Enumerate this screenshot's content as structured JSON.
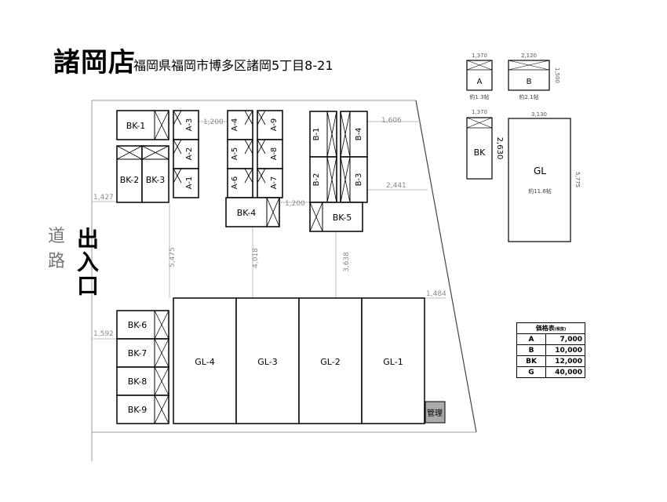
{
  "header": {
    "store_name": "諸岡店",
    "address": "福岡県福岡市博多区諸岡5丁目8-21"
  },
  "labels": {
    "road": [
      "道",
      "路"
    ],
    "entrance": [
      "出",
      "入",
      "口"
    ]
  },
  "units": {
    "BK-1": "BK-1",
    "BK-2": "BK-2",
    "BK-3": "BK-3",
    "BK-4": "BK-4",
    "BK-5": "BK-5",
    "BK-6": "BK-6",
    "BK-7": "BK-7",
    "BK-8": "BK-8",
    "BK-9": "BK-9",
    "A-1": "A-1",
    "A-2": "A-2",
    "A-3": "A-3",
    "A-4": "A-4",
    "A-5": "A-5",
    "A-6": "A-6",
    "A-7": "A-7",
    "A-8": "A-8",
    "A-9": "A-9",
    "B-1": "B-1",
    "B-2": "B-2",
    "B-3": "B-3",
    "B-4": "B-4",
    "GL-1": "GL-1",
    "GL-2": "GL-2",
    "GL-3": "GL-3",
    "GL-4": "GL-4",
    "office": "管理"
  },
  "dimensions": {
    "d1200a": "1,200",
    "d1606": "1,606",
    "d1427": "1,427",
    "d1200b": "1,200",
    "d2441": "2,441",
    "d5475": "5,475",
    "d4018": "4,018",
    "d3638": "3,638",
    "d1484": "1,484",
    "d1592": "1,592"
  },
  "legend": {
    "A": {
      "label": "A",
      "width": "1,370",
      "area": "約1.3帖"
    },
    "B": {
      "label": "B",
      "width": "2,120",
      "height": "1,500",
      "area": "約2.1帖"
    },
    "BK": {
      "label": "BK",
      "width": "1,370",
      "height": "2,630"
    },
    "GL": {
      "label": "GL",
      "width": "3,130",
      "height": "5,775",
      "area": "約11.6帖"
    }
  },
  "price_table": {
    "title": "価格表",
    "title_note": "(税抜)",
    "rows": [
      {
        "code": "A",
        "price": "7,000"
      },
      {
        "code": "B",
        "price": "10,000"
      },
      {
        "code": "BK",
        "price": "12,000"
      },
      {
        "code": "G",
        "price": "40,000"
      }
    ]
  }
}
